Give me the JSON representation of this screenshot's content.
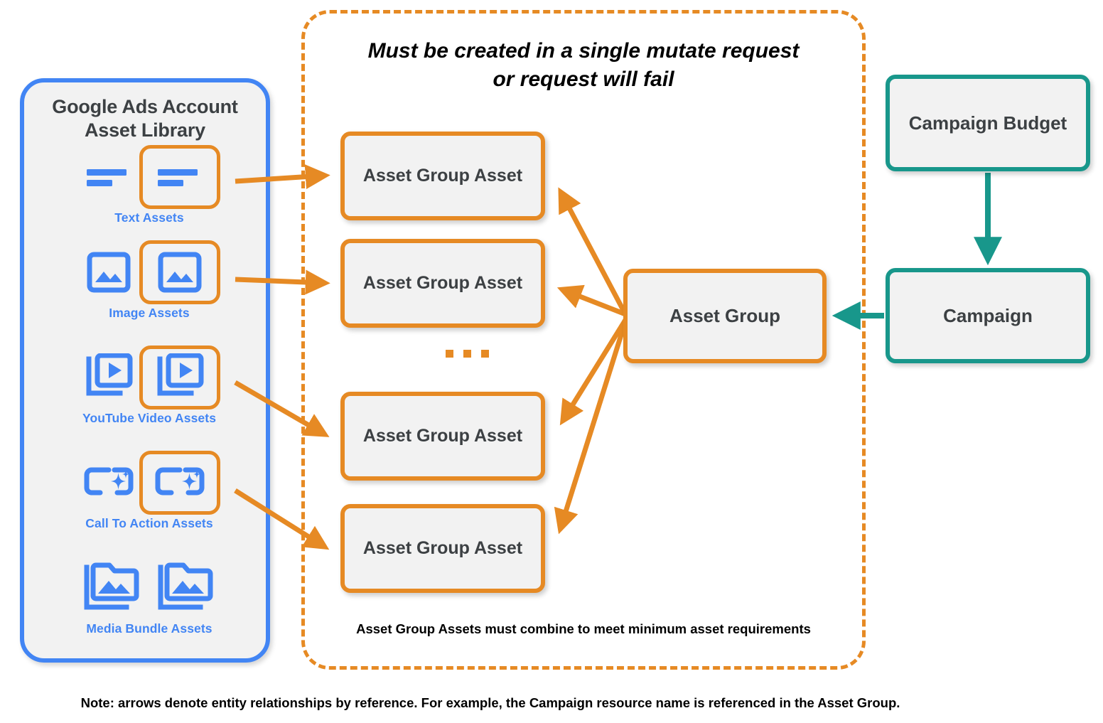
{
  "diagram": {
    "library": {
      "title_line1": "Google Ads Account",
      "title_line2": "Asset Library",
      "border_color": "#4285F4",
      "icon_color": "#4285F4",
      "items": [
        {
          "label": "Text Assets",
          "icon": "text-lines-icon",
          "highlighted": true
        },
        {
          "label": "Image Assets",
          "icon": "image-icon",
          "highlighted": true
        },
        {
          "label": "YouTube Video  Assets",
          "icon": "video-stack-icon",
          "highlighted": true
        },
        {
          "label": "Call To Action Assets",
          "icon": "call-to-action-sparkle-icon",
          "highlighted": true
        },
        {
          "label": "Media Bundle  Assets",
          "icon": "folder-image-stack-icon",
          "highlighted": false
        }
      ]
    },
    "mutate_zone": {
      "title": "Must be created in a single mutate request or request will fail",
      "title_line1": "Must be created in a single mutate request",
      "title_line2": "or request will fail",
      "footnote": "Asset Group Assets must combine to meet minimum asset requirements",
      "border_color": "#E68A24",
      "border_style": "dashed"
    },
    "nodes": {
      "asset_group_assets": [
        {
          "label": "Asset Group Asset"
        },
        {
          "label": "Asset Group Asset"
        },
        {
          "label": "Asset Group Asset"
        },
        {
          "label": "Asset Group Asset"
        }
      ],
      "ellipsis": "...",
      "asset_group": {
        "label": "Asset Group",
        "color": "#E68A24"
      },
      "campaign_budget": {
        "label": "Campaign Budget",
        "color": "#18978B"
      },
      "campaign": {
        "label": "Campaign",
        "color": "#18978B"
      }
    },
    "note": "Note: arrows denote entity relationships by reference. For example, the Campaign resource name is referenced in the Asset Group.",
    "colors": {
      "orange": "#E68A24",
      "blue": "#4285F4",
      "teal": "#18978B",
      "node_fill": "#f2f2f2",
      "text_dark": "#3c4043"
    }
  }
}
